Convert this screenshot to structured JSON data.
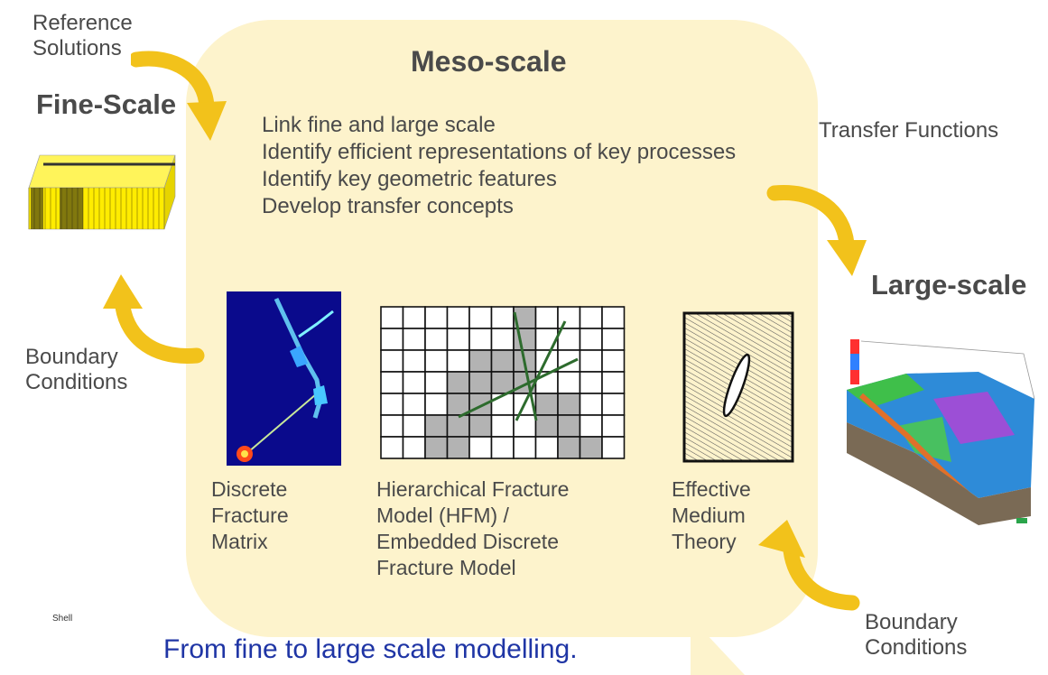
{
  "meso": {
    "title": "Meso-scale",
    "bullets": [
      "Link fine and large scale",
      "Identify efficient representations of key processes",
      "Identify key geometric features",
      "Develop transfer concepts"
    ]
  },
  "fine_scale": {
    "title": "Fine-Scale"
  },
  "large_scale": {
    "title": "Large-scale"
  },
  "reference": {
    "lines": [
      "Reference",
      "Solutions"
    ]
  },
  "transfer": {
    "label": "Transfer Functions"
  },
  "boundary_left": {
    "lines": [
      "Boundary",
      "Conditions"
    ]
  },
  "boundary_right": {
    "lines": [
      "Boundary",
      "Conditions"
    ]
  },
  "methods": [
    {
      "lines": [
        "Discrete",
        "Fracture",
        "Matrix"
      ]
    },
    {
      "lines": [
        "Hierarchical Fracture",
        "Model (HFM) /",
        "Embedded Discrete",
        "Fracture Model"
      ]
    },
    {
      "lines": [
        "Effective",
        "Medium",
        "Theory"
      ]
    }
  ],
  "logo": "Shell",
  "footer": "From fine to large scale modelling.",
  "colors": {
    "arrow": "#f2c21b",
    "panel": "#fdf3cc",
    "footer_text": "#1f35a5",
    "text": "#4a4a4a"
  },
  "icons": [
    "curved-arrow-icon"
  ]
}
